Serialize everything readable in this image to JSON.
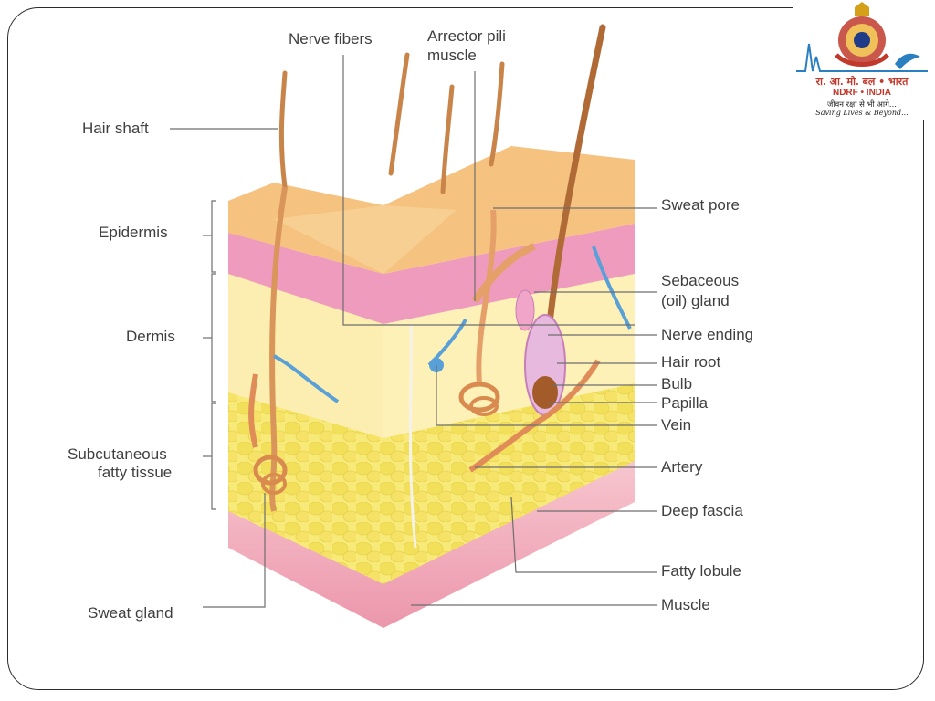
{
  "labels": {
    "nerve_fibers": "Nerve fibers",
    "arrector_pili_1": "Arrector pili",
    "arrector_pili_2": "muscle",
    "hair_shaft": "Hair shaft",
    "epidermis": "Epidermis",
    "dermis": "Dermis",
    "subcutaneous_1": "Subcutaneous",
    "subcutaneous_2": "fatty tissue",
    "sweat_gland": "Sweat gland",
    "sweat_pore": "Sweat pore",
    "sebaceous_1": "Sebaceous",
    "sebaceous_2": "(oil) gland",
    "nerve_ending": "Nerve ending",
    "hair_root": "Hair root",
    "bulb": "Bulb",
    "papilla": "Papilla",
    "vein": "Vein",
    "artery": "Artery",
    "deep_fascia": "Deep fascia",
    "fatty_lobule": "Fatty lobule",
    "muscle": "Muscle"
  },
  "logo": {
    "hindi_name": "रा. आ. मो. बल • भारत",
    "english_name": "NDRF • INDIA",
    "motto_hindi": "जीवन रक्षा से भी आगे...",
    "motto_english": "Saving Lives & Beyond..."
  },
  "colors": {
    "epidermis": "#f6c98a",
    "epidermis_pink": "#ec8fb4",
    "dermis": "#fbeca7",
    "fat": "#f7e96a",
    "muscle": "#f0a8b8",
    "hair": "#c9844a",
    "vein": "#5aa0d8",
    "logo_red": "#c0392b"
  }
}
